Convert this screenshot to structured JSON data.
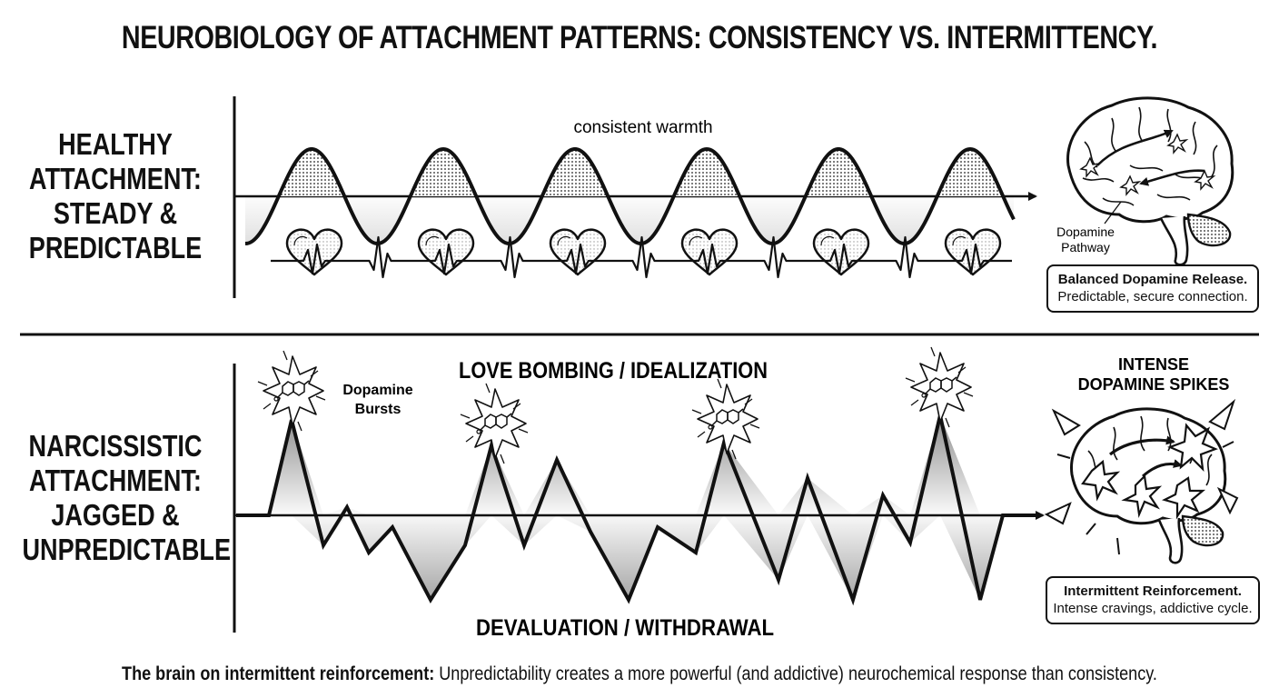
{
  "title": "NEUROBIOLOGY OF ATTACHMENT PATTERNS: CONSISTENCY VS. INTERMITTENCY.",
  "healthy": {
    "label_lines": [
      "HEALTHY",
      "ATTACHMENT:",
      "STEADY &",
      "PREDICTABLE"
    ],
    "wave_label": "consistent warmth",
    "brain_label_lines": [
      "Dopamine",
      "Pathway"
    ],
    "caption_title": "Balanced Dopamine Release.",
    "caption_text": "Predictable, secure connection."
  },
  "narcissistic": {
    "label_lines": [
      "NARCISSISTIC",
      "ATTACHMENT:",
      "JAGGED &",
      "UNPREDICTABLE"
    ],
    "burst_label_lines": [
      "Dopamine",
      "Bursts"
    ],
    "top_label": "LOVE BOMBING / IDEALIZATION",
    "bottom_label": "DEVALUATION / WITHDRAWAL",
    "spike_label_lines": [
      "INTENSE",
      "DOPAMINE SPIKES"
    ],
    "caption_title": "Intermittent Reinforcement.",
    "caption_text": "Intense cravings, addictive cycle."
  },
  "footer": {
    "bold": "The brain on intermittent reinforcement:",
    "text": " Unpredictability creates a more powerful (and addictive) neurochemical response than consistency."
  }
}
